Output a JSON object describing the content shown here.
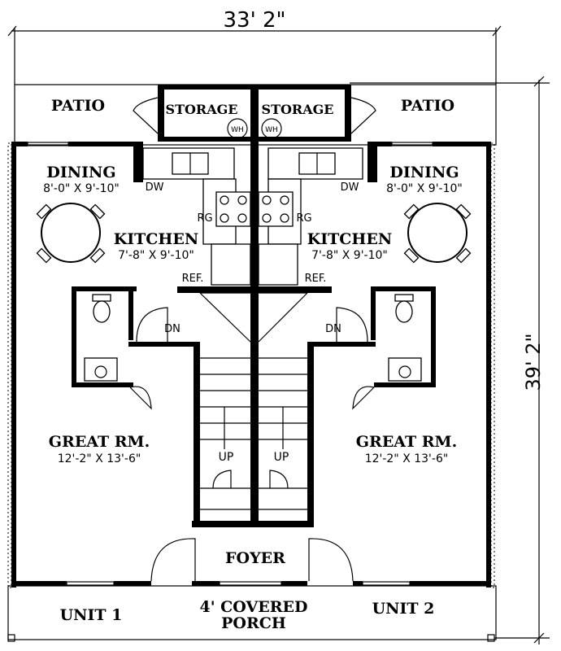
{
  "overall": {
    "width_dim": "33' 2\"",
    "depth_dim": "39' 2\""
  },
  "rooms": {
    "patio_left": "PATIO",
    "patio_right": "PATIO",
    "storage_left": "STORAGE",
    "storage_right": "STORAGE",
    "wh_left": "WH",
    "wh_right": "WH",
    "dining_left": "DINING",
    "dining_left_size": "8'-0\" X 9'-10\"",
    "dining_right": "DINING",
    "dining_right_size": "8'-0\" X 9'-10\"",
    "kitchen_left": "KITCHEN",
    "kitchen_left_size": "7'-8\" X 9'-10\"",
    "kitchen_right": "KITCHEN",
    "kitchen_right_size": "7'-8\" X 9'-10\"",
    "dw_left": "DW",
    "dw_right": "DW",
    "rg_left": "RG",
    "rg_right": "RG",
    "ref_left": "REF.",
    "ref_right": "REF.",
    "dn_left": "DN",
    "dn_right": "DN",
    "up_left": "UP",
    "up_right": "UP",
    "great_left": "GREAT RM.",
    "great_left_size": "12'-2\" X 13'-6\"",
    "great_right": "GREAT RM.",
    "great_right_size": "12'-2\" X 13'-6\"",
    "foyer": "FOYER",
    "porch_line1": "4' COVERED",
    "porch_line2": "PORCH",
    "unit1": "UNIT 1",
    "unit2": "UNIT 2"
  }
}
